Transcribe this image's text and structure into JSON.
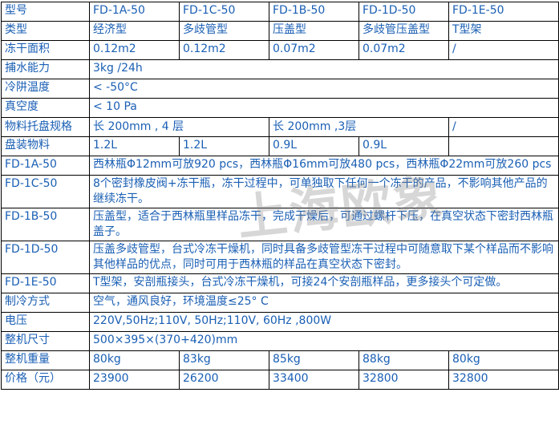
{
  "watermark": "上海欧象",
  "colors": {
    "text": "#1a5fb4",
    "border": "#000000"
  },
  "table": {
    "model": {
      "label": "型号",
      "values": [
        "FD-1A-50",
        "FD-1C-50",
        "FD-1B-50",
        "FD-1D-50",
        "FD-1E-50"
      ]
    },
    "type": {
      "label": "类型",
      "values": [
        "经济型",
        "多歧管型",
        "压盖型",
        "多歧管压盖型",
        "T型架"
      ]
    },
    "area": {
      "label": "冻干面积",
      "values": [
        "0.12m2",
        "0.12m2",
        "0.07m2",
        "0.07m2",
        "/"
      ]
    },
    "water": {
      "label": "捕水能力",
      "value": "3kg /24h"
    },
    "trap": {
      "label": "冷阱温度",
      "value": "< -50°C"
    },
    "vacuum": {
      "label": "真空度",
      "value": "< 10 Pa"
    },
    "tray": {
      "label": "物料托盘规格",
      "values": [
        "长  200mm , 4 层",
        "长 200mm ,3层",
        "/"
      ]
    },
    "load": {
      "label": "盘装物料",
      "values": [
        "1.2L",
        "1.2L",
        "0.9L",
        "0.9L",
        ""
      ]
    },
    "fd1a": {
      "label": "FD-1A-50",
      "text": "西林瓶Φ12mm可放920 pcs，西林瓶Φ16mm可放480 pcs，西林瓶Φ22mm可放260 pcs"
    },
    "fd1c": {
      "label": "FD-1C-50",
      "text": "8个密封橡皮阀+冻干瓶，冻干过程中，可单独取下任何一个冻干的产品，不影响其他产品的继续冻干。"
    },
    "fd1b": {
      "label": "FD-1B-50",
      "text": "压盖型，适合于西林瓶里样品冻干，完成干燥后，可通过螺杆下压，在真空状态下密封西林瓶盖子。"
    },
    "fd1d": {
      "label": "FD-1D-50",
      "text": "压盖多歧管型，台式冷冻干燥机，同时具备多歧管型冻干过程中可随意取下某个样品而不影响其他样品的优点，同时可用于西林瓶的样品在真空状态下密封。"
    },
    "fd1e": {
      "label": "FD-1E-50",
      "text": "T型架，安剖瓶接头，台式冷冻干燥机，可接24个安剖瓶样品，更多接头个可定做。"
    },
    "cooling": {
      "label": "制冷方式",
      "value": "空气，通风良好，环境温度≤25° C"
    },
    "voltage": {
      "label": "电压",
      "value": "220V,50Hz;110V, 50Hz;110V, 60Hz ,800W"
    },
    "size": {
      "label": "整机尺寸",
      "value": "500×395×(370+420)mm"
    },
    "weight": {
      "label": "整机重量",
      "values": [
        "80kg",
        "83kg",
        "85kg",
        "88kg",
        "80kg"
      ]
    },
    "price": {
      "label": "价格（元）",
      "values": [
        "23900",
        "26200",
        "33400",
        "32800",
        "32800"
      ]
    }
  }
}
